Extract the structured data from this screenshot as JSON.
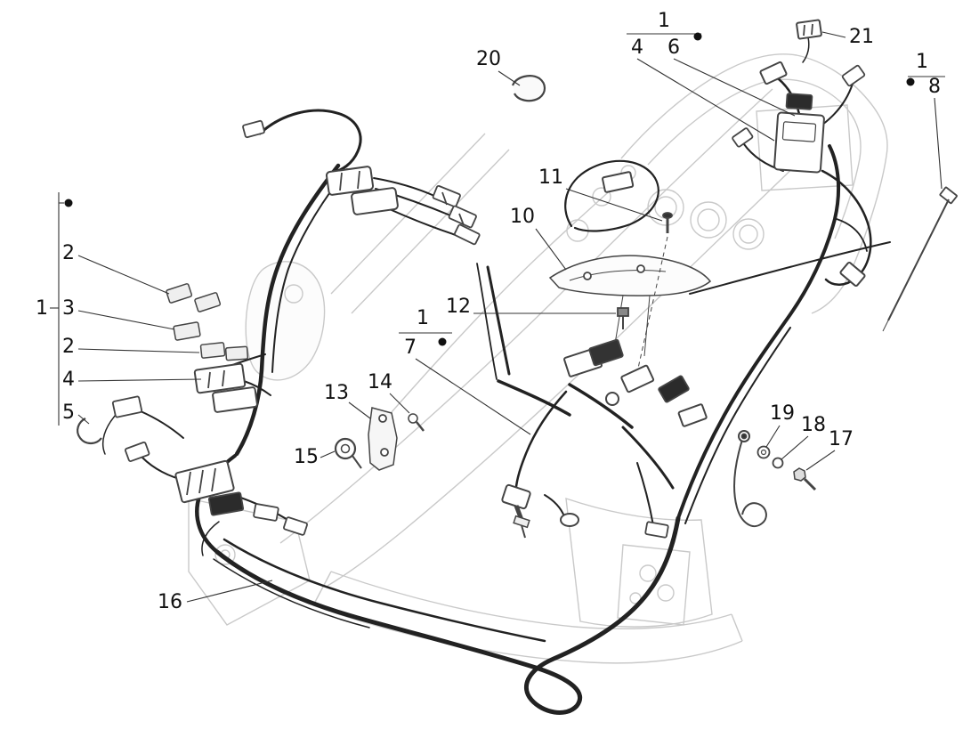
{
  "colors": {
    "background": "#ffffff",
    "frame_line": "#c9c9c9",
    "harness_line": "#222222",
    "part_line": "#444444",
    "leader_line": "#333333",
    "callout_text": "#111111"
  },
  "callouts": {
    "k1_top": "1",
    "k4_top": "4",
    "k6_top": "6",
    "k21": "21",
    "k20": "20",
    "k1_right": "1",
    "k8": "8",
    "k1_left": "1",
    "k2_upper": "2",
    "k3": "3",
    "k2_lower": "2",
    "k4_left": "4",
    "k5": "5",
    "k10": "10",
    "k11": "11",
    "k12": "12",
    "k1_mid": "1",
    "k7": "7",
    "k13": "13",
    "k14": "14",
    "k15": "15",
    "k16": "16",
    "k17": "17",
    "k18": "18",
    "k19": "19"
  }
}
